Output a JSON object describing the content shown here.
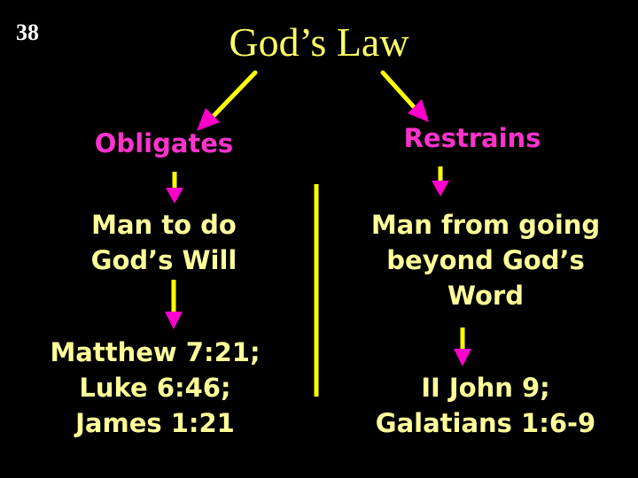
{
  "slide_number": "38",
  "title": "God’s Law",
  "left_branch": {
    "heading": "Obligates",
    "object": "Man to do\nGod’s Will",
    "references": "Matthew 7:21;\nLuke 6:46;\nJames 1:21"
  },
  "right_branch": {
    "heading": "Restrains",
    "object": "Man from going\nbeyond God’s\nWord",
    "references": "II John 9;\nGalatians 1:6-9"
  },
  "colors": {
    "background": "#000000",
    "title": "#ffff66",
    "heading": "#ff33cc",
    "body_text": "#ffff99",
    "arrow_stroke": "#ffff00",
    "arrow_head": "#ff00cc",
    "divider": "#ffff00"
  }
}
